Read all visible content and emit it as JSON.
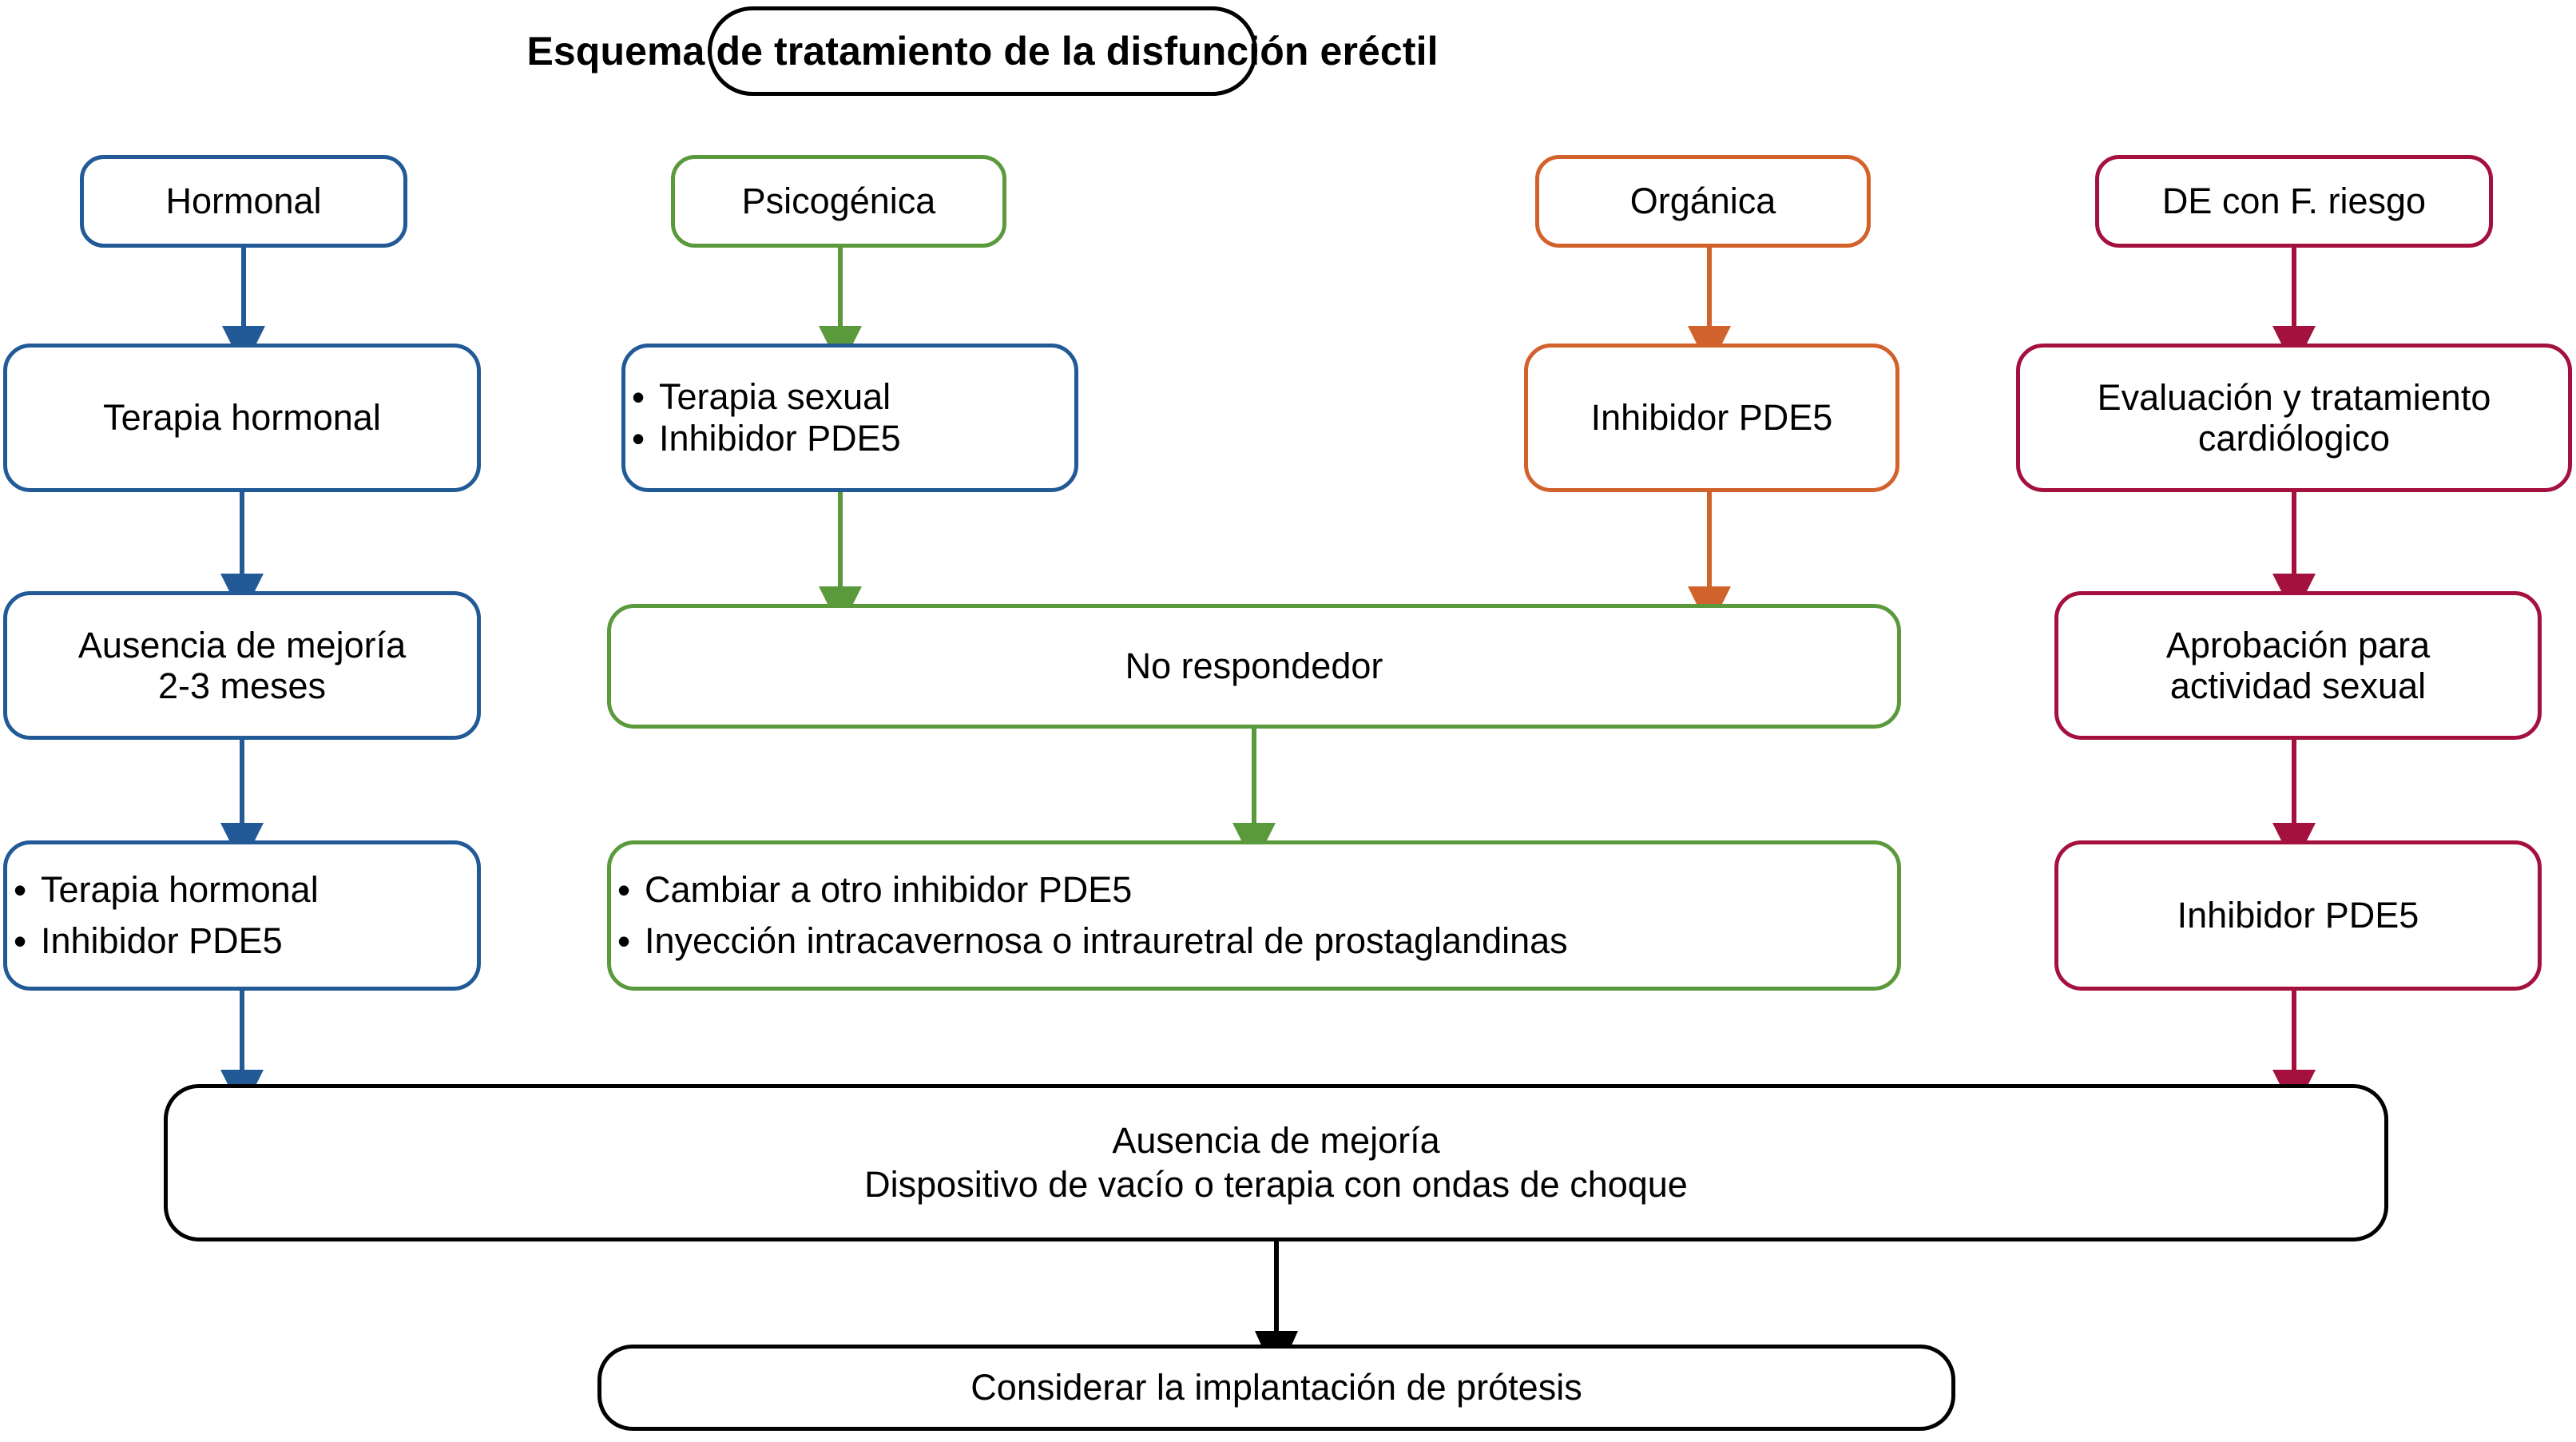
{
  "title": "Esquema de tratamiento de la disfunción eréctil",
  "colors": {
    "blue": "#215A96",
    "green": "#5B9A3C",
    "orange": "#D2622B",
    "crimson": "#A5113F",
    "black": "#000000",
    "background": "#FFFFFF",
    "text": "#000000"
  },
  "columns": {
    "hormonal": {
      "header": "Hormonal",
      "step1": "Terapia hormonal",
      "step2_line1": "Ausencia de mejoría",
      "step2_line2": "2-3 meses",
      "step3_bullets": [
        "Terapia hormonal",
        "Inhibidor PDE5"
      ]
    },
    "psicogenica": {
      "header": "Psicogénica",
      "step1_bullets": [
        "Terapia sexual",
        "Inhibidor PDE5"
      ],
      "step2": "No respondedor",
      "step3_bullets": [
        "Cambiar a otro inhibidor PDE5",
        "Inyección intracavernosa o intrauretral de prostaglandinas"
      ]
    },
    "organica": {
      "header": "Orgánica",
      "step1": "Inhibidor PDE5"
    },
    "de_con_factores_riesgo": {
      "header": "DE con F. riesgo",
      "step1_line1": "Evaluación y tratamiento",
      "step1_line2": "cardiólogico",
      "step2_line1": "Aprobación para",
      "step2_line2": "actividad sexual",
      "step3": "Inhibidor PDE5"
    }
  },
  "outcome": {
    "line1": "Ausencia de mejoría",
    "line2": "Dispositivo de vacío o terapia con ondas de choque",
    "final": "Considerar la implantación de prótesis"
  },
  "chart_data": {
    "type": "table",
    "title": "Esquema de tratamiento de la disfunción eréctil",
    "nodes": [
      {
        "id": "title",
        "label": "Esquema de tratamiento de la disfunción eréctil",
        "color": "#000000",
        "row": 0
      },
      {
        "id": "hormonal",
        "label": "Hormonal",
        "color": "#215A96",
        "row": 1
      },
      {
        "id": "psicogenica",
        "label": "Psicogénica",
        "color": "#5B9A3C",
        "row": 1
      },
      {
        "id": "organica",
        "label": "Orgánica",
        "color": "#D2622B",
        "row": 1
      },
      {
        "id": "de-riesgo",
        "label": "DE con F. riesgo",
        "color": "#A5113F",
        "row": 1
      },
      {
        "id": "terapia-hormonal",
        "label": "Terapia hormonal",
        "color": "#215A96",
        "row": 2
      },
      {
        "id": "terapia-sexual",
        "label": "Terapia sexual / Inhibidor PDE5",
        "color": "#215A96",
        "row": 2
      },
      {
        "id": "inhibidor-organica",
        "label": "Inhibidor PDE5",
        "color": "#D2622B",
        "row": 2
      },
      {
        "id": "evaluacion-cardio",
        "label": "Evaluación y tratamiento cardiólogico",
        "color": "#A5113F",
        "row": 2
      },
      {
        "id": "ausencia-2-3",
        "label": "Ausencia de mejoría 2-3 meses",
        "color": "#215A96",
        "row": 3
      },
      {
        "id": "no-respondedor",
        "label": "No respondedor",
        "color": "#5B9A3C",
        "row": 3
      },
      {
        "id": "aprobacion",
        "label": "Aprobación para actividad sexual",
        "color": "#A5113F",
        "row": 3
      },
      {
        "id": "terapia-inhibidor",
        "label": "Terapia hormonal / Inhibidor PDE5",
        "color": "#215A96",
        "row": 4
      },
      {
        "id": "cambiar-pde5",
        "label": "Cambiar a otro inhibidor PDE5 / Inyección intracavernosa o intrauretral de prostaglandinas",
        "color": "#5B9A3C",
        "row": 4
      },
      {
        "id": "inhibidor-crimson",
        "label": "Inhibidor PDE5",
        "color": "#A5113F",
        "row": 4
      },
      {
        "id": "ausencia-final",
        "label": "Ausencia de mejoría — Dispositivo de vacío o terapia con ondas de choque",
        "color": "#000000",
        "row": 5
      },
      {
        "id": "protesis",
        "label": "Considerar la implantación de prótesis",
        "color": "#000000",
        "row": 6
      }
    ],
    "edges": [
      {
        "from": "hormonal",
        "to": "terapia-hormonal",
        "color": "#215A96"
      },
      {
        "from": "terapia-hormonal",
        "to": "ausencia-2-3",
        "color": "#215A96"
      },
      {
        "from": "ausencia-2-3",
        "to": "terapia-inhibidor",
        "color": "#215A96"
      },
      {
        "from": "terapia-inhibidor",
        "to": "ausencia-final",
        "color": "#215A96"
      },
      {
        "from": "psicogenica",
        "to": "terapia-sexual",
        "color": "#5B9A3C"
      },
      {
        "from": "terapia-sexual",
        "to": "no-respondedor",
        "color": "#5B9A3C"
      },
      {
        "from": "organica",
        "to": "inhibidor-organica",
        "color": "#D2622B"
      },
      {
        "from": "inhibidor-organica",
        "to": "no-respondedor",
        "color": "#D2622B"
      },
      {
        "from": "no-respondedor",
        "to": "cambiar-pde5",
        "color": "#5B9A3C"
      },
      {
        "from": "de-riesgo",
        "to": "evaluacion-cardio",
        "color": "#A5113F"
      },
      {
        "from": "evaluacion-cardio",
        "to": "aprobacion",
        "color": "#A5113F"
      },
      {
        "from": "aprobacion",
        "to": "inhibidor-crimson",
        "color": "#A5113F"
      },
      {
        "from": "inhibidor-crimson",
        "to": "ausencia-final",
        "color": "#A5113F"
      },
      {
        "from": "ausencia-final",
        "to": "protesis",
        "color": "#000000"
      }
    ]
  }
}
